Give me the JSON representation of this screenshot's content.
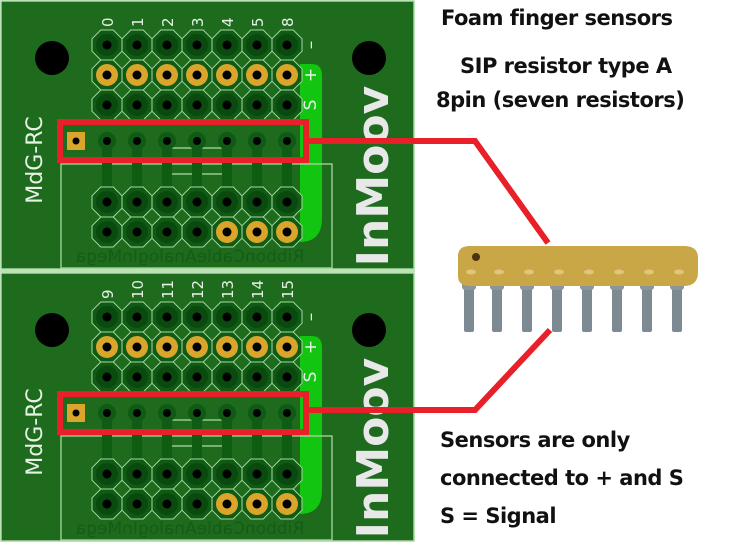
{
  "colors": {
    "pcb": "#1e6b1e",
    "pcb_edge": "#a8d8a0",
    "pad_dark": "#0f5a14",
    "pad_ring": "#0a4a0e",
    "pad_gold": "#d9a52a",
    "hole": "#000000",
    "power_trace": "#11c511",
    "silk": "#e6f2e6",
    "callout": "#e8202a",
    "resistor_body": "#c9a646",
    "resistor_pin": "#7e8a92"
  },
  "boards": [
    {
      "id": "top",
      "brand": "InMoov",
      "maker": "MdG-RC",
      "bottom_silk": "RibbonCableAnalogInMega",
      "channels": [
        "0",
        "1",
        "2",
        "3",
        "4",
        "5",
        "8"
      ],
      "rail_labels": {
        "minus": "–",
        "plus": "+",
        "signal": "S"
      }
    },
    {
      "id": "bottom",
      "brand": "InMoov",
      "maker": "MdG-RC",
      "bottom_silk": "RibbonCableAnalogInMega",
      "channels": [
        "9",
        "10",
        "11",
        "12",
        "13",
        "14",
        "15"
      ],
      "rail_labels": {
        "minus": "–",
        "plus": "+",
        "signal": "S"
      }
    }
  ],
  "resistor": {
    "pins": 8,
    "resistors": 7
  },
  "annotations": {
    "title": "Foam finger sensors",
    "resistor_line1": "SIP resistor type A",
    "resistor_line2": "8pin (seven resistors)",
    "note_line1": "Sensors are only",
    "note_line2": "connected to + and S",
    "note_line3": "S = Signal"
  }
}
